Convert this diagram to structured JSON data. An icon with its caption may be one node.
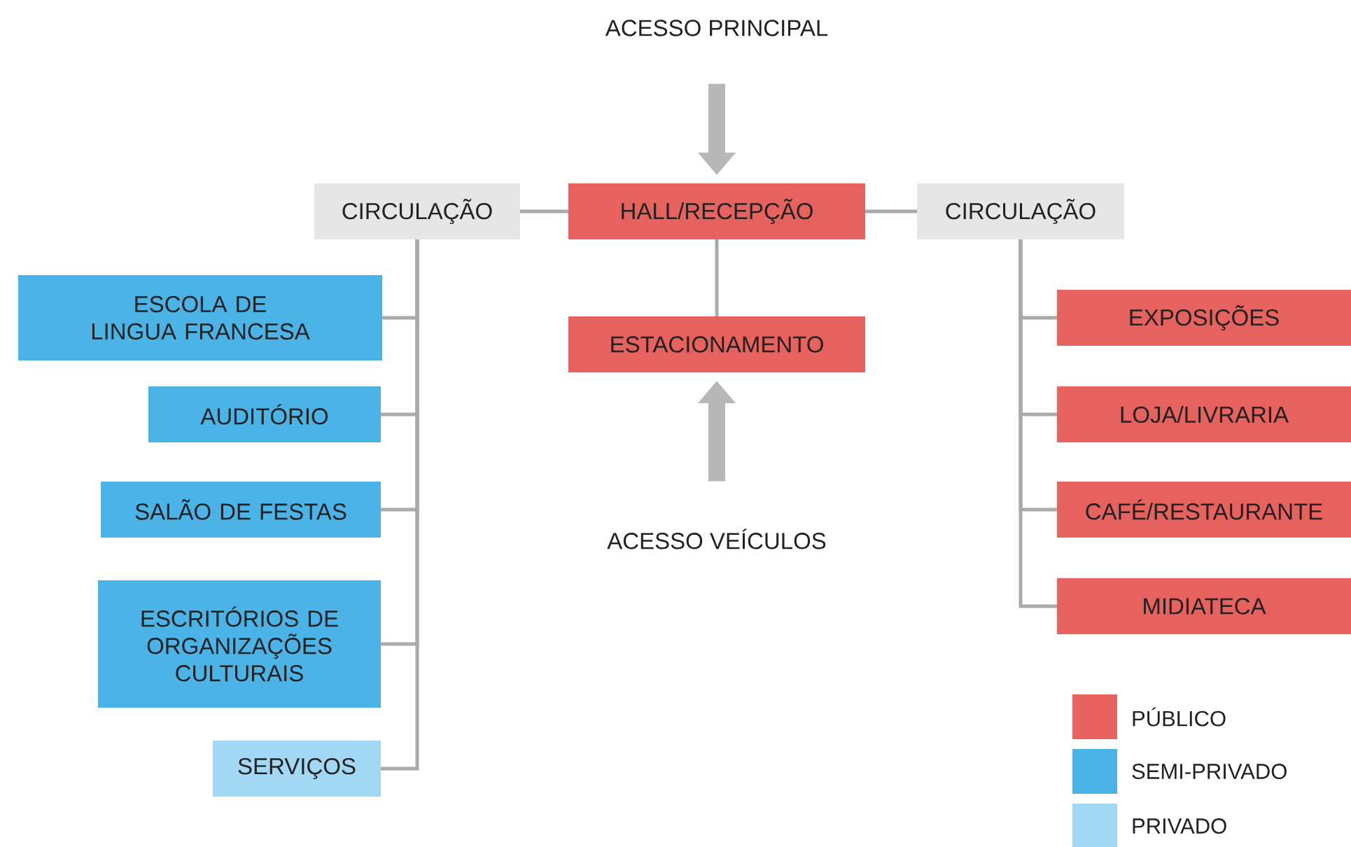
{
  "diagram": {
    "nodes": [
      {
        "text": [
          "ACESSO PRINCIPAL"
        ]
      },
      {
        "text": [
          "CIRCULAÇÃO"
        ]
      },
      {
        "text": [
          "HALL/RECEPÇÃO"
        ]
      },
      {
        "text": [
          "CIRCULAÇÃO"
        ]
      },
      {
        "text": [
          "ESCOLA DE LINGUA FRANCESA"
        ]
      },
      {
        "text": [
          "AUDITÓRIO"
        ]
      },
      {
        "text": [
          "SALÃO DE FESTAS"
        ]
      },
      {
        "text": [
          "ESCRITÓRIOS DE ORGANIZAÇÕES CULTURAIS"
        ]
      },
      {
        "text": [
          "SERVIÇOS"
        ]
      },
      {
        "text": [
          "ESTACIONAMENTO"
        ]
      },
      {
        "text": [
          "ACESSO VEÍCULOS"
        ]
      },
      {
        "text": [
          "EXPOSIÇÕES"
        ]
      },
      {
        "text": [
          "LOJA/LIVRARIA"
        ]
      },
      {
        "text": [
          "CAFÉ/RESTAURANTE"
        ]
      },
      {
        "text": [
          "MIDIATECA"
        ]
      }
    ],
    "edges": [
      {
        "from": 0,
        "to": 2,
        "arrow": "to",
        "style": "thick"
      },
      {
        "from": 2,
        "to": 1,
        "arrow": "none"
      },
      {
        "from": 2,
        "to": 3,
        "arrow": "none"
      },
      {
        "from": 2,
        "to": 9,
        "arrow": "none"
      },
      {
        "from": 10,
        "to": 9,
        "arrow": "to",
        "style": "thick"
      },
      {
        "from": 1,
        "to": 4,
        "arrow": "none"
      },
      {
        "from": 1,
        "to": 5,
        "arrow": "none"
      },
      {
        "from": 1,
        "to": 6,
        "arrow": "none"
      },
      {
        "from": 1,
        "to": 7,
        "arrow": "none"
      },
      {
        "from": 1,
        "to": 8,
        "arrow": "none"
      },
      {
        "from": 3,
        "to": 11,
        "arrow": "none"
      },
      {
        "from": 3,
        "to": 12,
        "arrow": "none"
      },
      {
        "from": 3,
        "to": 13,
        "arrow": "none"
      },
      {
        "from": 3,
        "to": 14,
        "arrow": "none"
      }
    ],
    "legend": [
      {
        "text": "PÚBLICO",
        "color": "#e5625e"
      },
      {
        "text": "SEMI-PRIVADO",
        "color": "#4bb3e6"
      },
      {
        "text": "PRIVADO",
        "color": "#a3d8f4"
      }
    ]
  }
}
